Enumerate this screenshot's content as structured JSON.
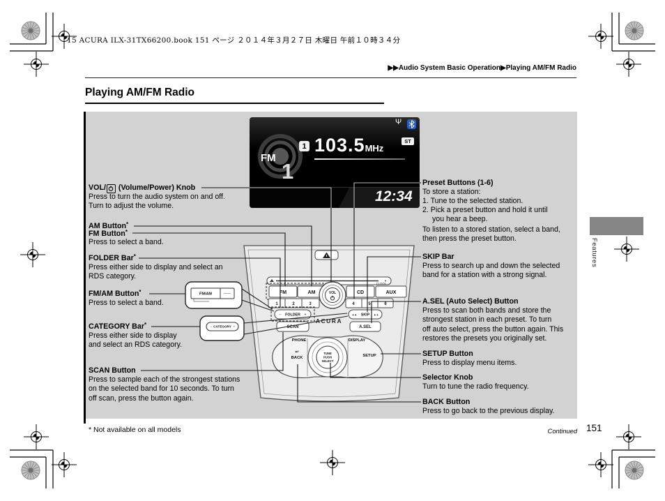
{
  "header": {
    "imposition_line": "15 ACURA ILX-31TX66200.book  151 ページ  ２０１４年３月２７日 木曜日 午前１０時３４分",
    "breadcrumb": {
      "arrows": "▶▶",
      "parent": "Audio System Basic Operation",
      "arrow": "▶",
      "current": "Playing AM/FM Radio"
    }
  },
  "title": "Playing AM/FM Radio",
  "star": "*",
  "sidebar": {
    "tab_label": "Features"
  },
  "footer": {
    "footnote": "* Not available on all models",
    "continued": "Continued",
    "page_number": "151"
  },
  "icons": {
    "usb": "Ψ",
    "bluetooth": "bluetooth-rune",
    "power": "power-symbol",
    "hazard": "warning-triangle",
    "back_arrow": "↩"
  },
  "colors": {
    "figure_bg": "#d2d2d2",
    "display_bg": "#000000",
    "bluetooth_blue": "#2a5fc4",
    "tab_gray": "#858585"
  },
  "display": {
    "band": "FM",
    "band_number": "1",
    "preset": "1",
    "frequency": "103.5",
    "unit": "MHz",
    "stereo": "ST",
    "clock": "12:34"
  },
  "radio": {
    "fm": "FM",
    "am": "AM",
    "cd": "CD",
    "aux": "AUX",
    "vol": "VOL",
    "clock_label": "CLOCK",
    "presets": [
      "1",
      "2",
      "3",
      "4",
      "5",
      "6"
    ],
    "folder": "FOLDER",
    "folder_minus": "−",
    "folder_plus": "+",
    "scan": "SCAN",
    "skip": "SKIP",
    "skip_left": "◄◄",
    "skip_right": "►►",
    "asel": "A.SEL",
    "brand": "ACURA",
    "phone": "PHONE",
    "display_btn": "DISPLAY",
    "back": "BACK",
    "back_icon": "↩",
    "setup": "SETUP",
    "knob": [
      "TUNE",
      "PUSH",
      "SELECT"
    ]
  },
  "insets": {
    "fmam_button": "FM/AM",
    "category_bar": "CATEGORY",
    "cat_minus": "−",
    "cat_plus": "+"
  },
  "left_callouts": {
    "vol": {
      "label_pre": "VOL/",
      "label_post": " (Volume/Power) Knob",
      "body": [
        "Press to turn the audio system on and off.",
        "Turn to adjust the volume."
      ]
    },
    "am": {
      "label": "AM Button"
    },
    "fm": {
      "label": "FM Button",
      "body": [
        "Press to select a band."
      ]
    },
    "folder": {
      "label": "FOLDER Bar",
      "body": [
        "Press either side to display and select an",
        "RDS category."
      ]
    },
    "fmam": {
      "label": "FM/AM Button",
      "body": [
        "Press to select a band."
      ]
    },
    "category": {
      "label": "CATEGORY Bar",
      "body": [
        "Press either side to display",
        "and select an RDS category."
      ]
    },
    "scan": {
      "label": "SCAN Button",
      "body": [
        "Press to sample each of the strongest stations",
        "on the selected band for 10 seconds. To turn",
        "off scan, press the button again."
      ]
    }
  },
  "right_callouts": {
    "preset": {
      "label": "Preset Buttons (1-6)",
      "intro": "To store a station:",
      "step1": "1. Tune to the selected station.",
      "step2a": "2. Pick a preset button and hold it until",
      "step2b": "you hear a beep.",
      "outro": [
        "To listen to a stored station, select a band,",
        "then press the preset button."
      ]
    },
    "skip": {
      "label": "SKIP Bar",
      "body": [
        "Press to search up and down the selected",
        "band for a station with a strong signal."
      ]
    },
    "asel": {
      "label": "A.SEL (Auto Select) Button",
      "body": [
        "Press to scan both bands and store the",
        "strongest station in each preset. To turn",
        "off auto select, press the button again. This",
        "restores the presets you originally set."
      ]
    },
    "setup": {
      "label": "SETUP Button",
      "body": [
        "Press to display menu items."
      ]
    },
    "selector": {
      "label": "Selector Knob",
      "body": [
        "Turn to tune the radio frequency."
      ]
    },
    "back": {
      "label": "BACK Button",
      "body": [
        "Press to go back to the previous display."
      ]
    }
  }
}
